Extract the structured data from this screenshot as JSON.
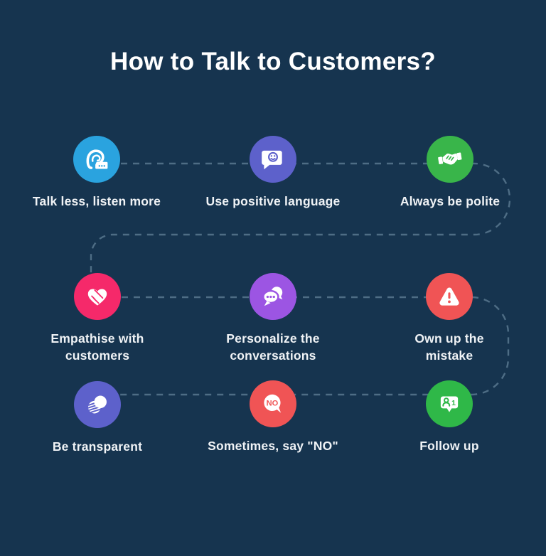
{
  "title": "How to Talk to Customers?",
  "theme": {
    "background": "#16344f",
    "connector_color": "#4e6d85",
    "label_color": "#f0f3f6",
    "title_color": "#ffffff"
  },
  "steps": [
    {
      "icon": "ear-listen-icon",
      "color": "#2aa3df",
      "label": "Talk less, listen more",
      "label2": ""
    },
    {
      "icon": "smile-bubble-icon",
      "color": "#5d61cb",
      "label": "Use positive language",
      "label2": ""
    },
    {
      "icon": "handshake-icon",
      "color": "#39b54a",
      "label": "Always be polite",
      "label2": ""
    },
    {
      "icon": "heart-handshake-icon",
      "color": "#f5296a",
      "label": "Empathise with",
      "label2": "customers"
    },
    {
      "icon": "chat-bubbles-icon",
      "color": "#9c55e3",
      "label": "Personalize the",
      "label2": "conversations"
    },
    {
      "icon": "warning-triangle-icon",
      "color": "#f05455",
      "label": "Own up the",
      "label2": "mistake"
    },
    {
      "icon": "transparency-circles-icon",
      "color": "#5d61cb",
      "label": "Be transparent",
      "label2": ""
    },
    {
      "icon": "no-bubble-icon",
      "color": "#f05455",
      "label": "Sometimes, say \"NO\"",
      "label2": "",
      "bubble_text": "NO"
    },
    {
      "icon": "follow-up-icon",
      "color": "#2fb848",
      "label": "Follow up",
      "label2": "",
      "badge_count": "1"
    }
  ]
}
